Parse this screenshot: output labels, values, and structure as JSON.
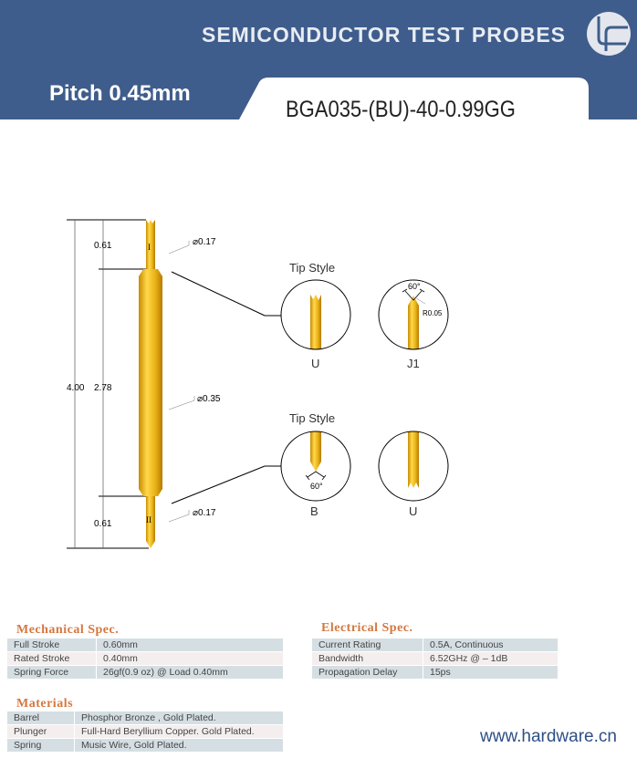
{
  "header": {
    "title": "SEMICONDUCTOR TEST PROBES",
    "pitch": "Pitch 0.45mm",
    "model": "BGA035-(BU)-40-0.99GG",
    "logo": "company-logo"
  },
  "drawing": {
    "total_length": "4.00",
    "top_plunger_length": "0.61",
    "barrel_length": "2.78",
    "bottom_plunger_length": "0.61",
    "top_diameter": "⌀0.17",
    "barrel_diameter": "⌀0.35",
    "bottom_diameter": "⌀0.17",
    "plunger_top_mark": "I",
    "plunger_bottom_mark": "II",
    "top_tips": {
      "title": "Tip Style",
      "items": [
        {
          "label": "U"
        },
        {
          "label": "J1",
          "angle": "60°",
          "radius": "R0.05"
        }
      ]
    },
    "bottom_tips": {
      "title": "Tip Style",
      "items": [
        {
          "label": "B",
          "angle": "60°"
        },
        {
          "label": "U"
        }
      ]
    }
  },
  "mechanical": {
    "title": "Mechanical Spec.",
    "rows": [
      [
        "Full Stroke",
        "0.60mm"
      ],
      [
        "Rated Stroke",
        "0.40mm"
      ],
      [
        "Spring Force",
        "26gf(0.9 oz) @ Load 0.40mm"
      ]
    ]
  },
  "electrical": {
    "title": "Electrical Spec.",
    "rows": [
      [
        "Current Rating",
        "0.5A, Continuous"
      ],
      [
        "Bandwidth",
        "6.52GHz @ – 1dB"
      ],
      [
        "Propagation Delay",
        "15ps"
      ]
    ]
  },
  "materials": {
    "title": "Materials",
    "rows": [
      [
        "Barrel",
        "Phosphor Bronze , Gold Plated."
      ],
      [
        "Plunger",
        "Full-Hard Beryllium Copper. Gold Plated."
      ],
      [
        "Spring",
        "Music Wire, Gold Plated."
      ]
    ]
  },
  "website": "www.hardware.cn",
  "colors": {
    "header": "#3f5d8c",
    "accent": "#d5773f",
    "gold": "#e8b217"
  }
}
